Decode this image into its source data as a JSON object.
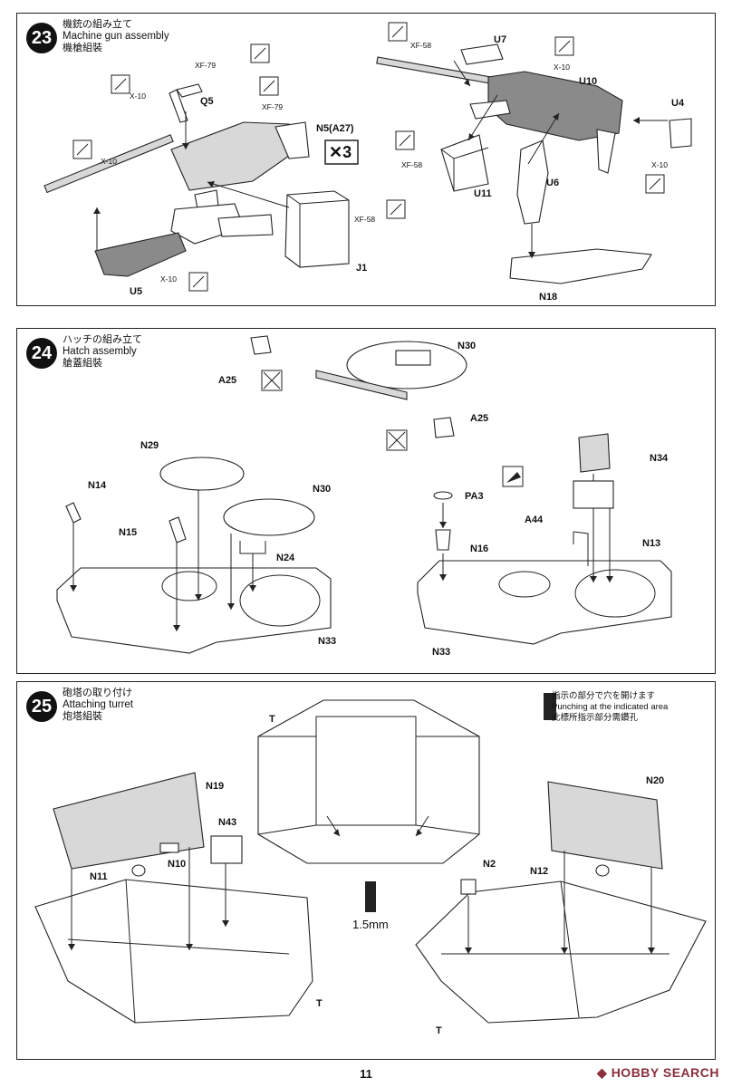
{
  "page_number": "11",
  "brand": {
    "name": "HOBBY SEARCH",
    "icon": "hobbysearch-logo-icon"
  },
  "steps": [
    {
      "number": "23",
      "title_ja": "機銃の組み立て",
      "title_en": "Machine gun assembly",
      "title_zh": "機槍組裝",
      "labels": {
        "xf79_a": "XF-79",
        "x10_a": "X-10",
        "q5": "Q5",
        "xf79_b": "XF-79",
        "n5": "N5(A27)",
        "times3": "✕3",
        "x10_b": "X-10",
        "xf58_a": "XF-58",
        "j1": "J1",
        "u5": "U5",
        "x10_c": "X-10",
        "xf58_b": "XF-58",
        "u7": "U7",
        "x10_d": "X-10",
        "u10": "U10",
        "u4": "U4",
        "x10_e": "X-10",
        "xf58_c": "XF-58",
        "u11": "U11",
        "u6": "U6",
        "n18": "N18"
      }
    },
    {
      "number": "24",
      "title_ja": "ハッチの組み立て",
      "title_en": "Hatch assembly",
      "title_zh": "艙蓋組裝",
      "labels": {
        "a25_a": "A25",
        "n30_a": "N30",
        "a25_b": "A25",
        "n29": "N29",
        "n14": "N14",
        "n30_b": "N30",
        "n15": "N15",
        "n24": "N24",
        "n33_a": "N33",
        "n34": "N34",
        "pa3": "PA3",
        "a44": "A44",
        "n13": "N13",
        "n16": "N16",
        "n33_b": "N33"
      }
    },
    {
      "number": "25",
      "title_ja": "砲塔の取り付け",
      "title_en": "Attaching turret",
      "title_zh": "炮塔組裝",
      "punch_note": {
        "ja": "指示の部分で穴を開けます",
        "en": "Punching at the indicated area",
        "zh": "此標所指示部分需鑽孔"
      },
      "labels": {
        "t_top": "T",
        "n19": "N19",
        "n43": "N43",
        "n11": "N11",
        "n10": "N10",
        "t_left": "T",
        "drill": "1.5mm",
        "n20": "N20",
        "n2": "N2",
        "n12": "N12",
        "t_right": "T"
      }
    }
  ]
}
